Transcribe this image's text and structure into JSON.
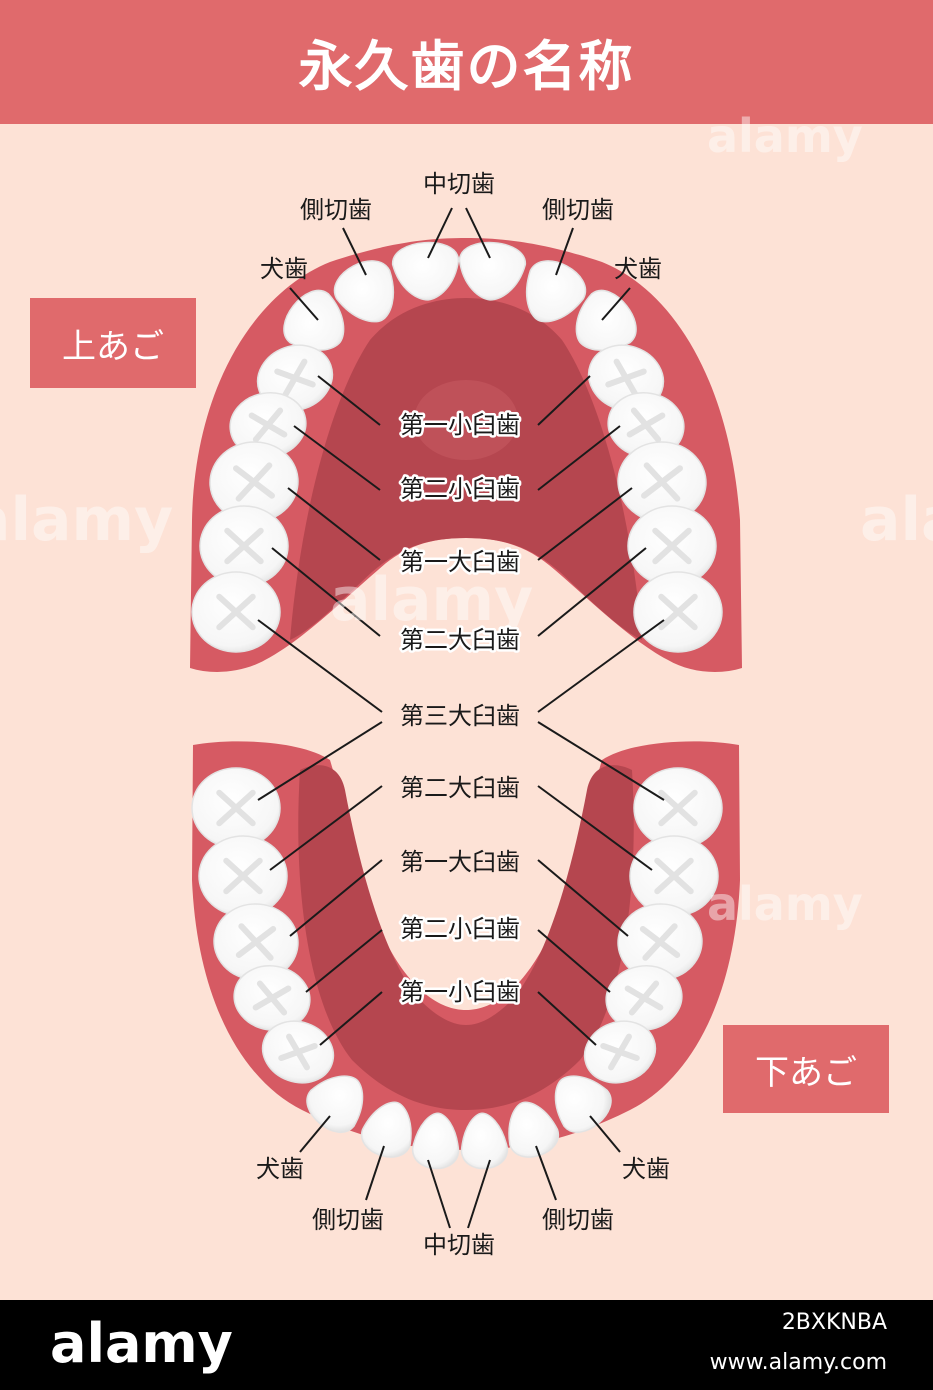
{
  "title": "永久歯の名称",
  "jaws": {
    "upper_label": "上あご",
    "lower_label": "下あご"
  },
  "upper_teeth_labels": {
    "central_incisor": "中切歯",
    "lateral_incisor_left": "側切歯",
    "lateral_incisor_right": "側切歯",
    "canine_left": "犬歯",
    "canine_right": "犬歯",
    "first_premolar": "第一小臼歯",
    "second_premolar": "第二小臼歯",
    "first_molar": "第一大臼歯",
    "second_molar": "第二大臼歯"
  },
  "shared_label": {
    "third_molar": "第三大臼歯"
  },
  "lower_teeth_labels": {
    "second_molar": "第二大臼歯",
    "first_molar": "第一大臼歯",
    "second_premolar": "第二小臼歯",
    "first_premolar": "第一小臼歯",
    "canine_left": "犬歯",
    "canine_right": "犬歯",
    "lateral_incisor_left": "側切歯",
    "lateral_incisor_right": "側切歯",
    "central_incisor": "中切歯"
  },
  "watermark": "alamy",
  "footer": {
    "brand": "alamy",
    "image_id": "2BXKNBA",
    "url": "www.alamy.com"
  },
  "colors": {
    "background": "#fde2d6",
    "accent": "#e06a6c",
    "gum": "#d65a63",
    "palate": "#b5464f",
    "tooth": "#ffffff",
    "footer": "#000000"
  }
}
